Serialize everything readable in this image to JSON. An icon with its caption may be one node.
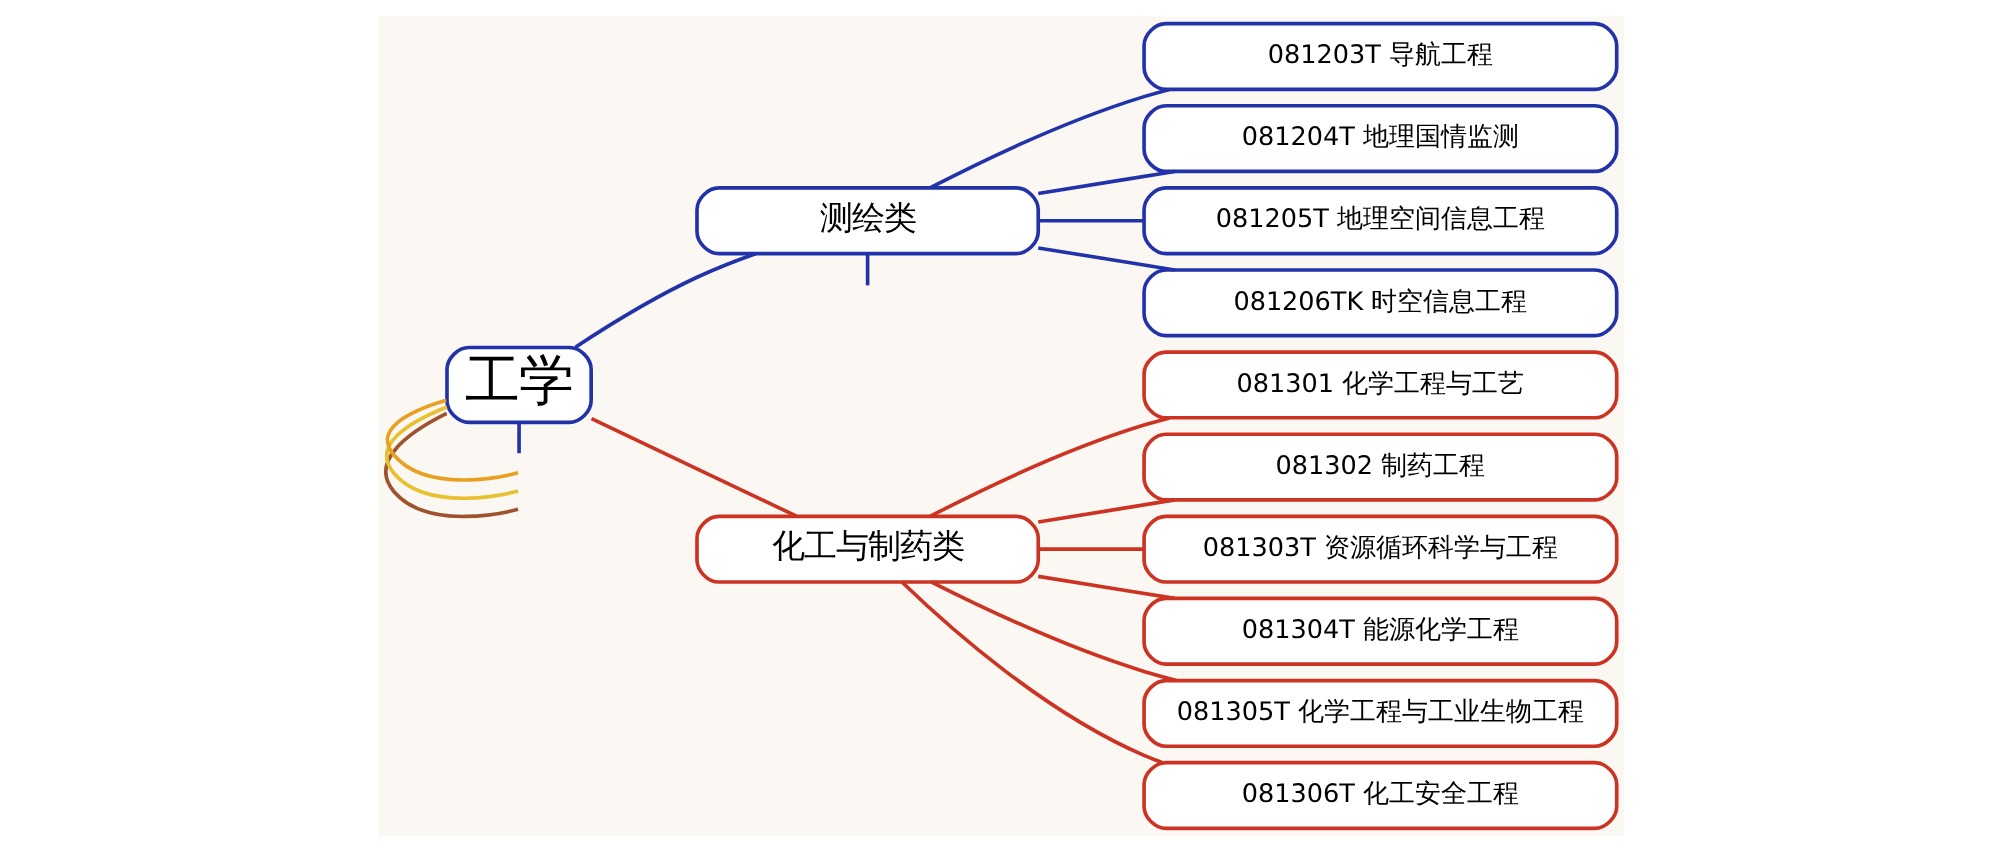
{
  "diagram": {
    "nodes": [
      {
        "text": [
          "工学"
        ]
      },
      {
        "text": [
          "测绘类"
        ]
      },
      {
        "text": [
          "081203T 导航工程"
        ]
      },
      {
        "text": [
          "081204T 地理国情监测"
        ]
      },
      {
        "text": [
          "081205T 地理空间信息工程"
        ]
      },
      {
        "text": [
          "081206TK 时空信息工程"
        ]
      },
      {
        "text": [
          "化工与制药类"
        ]
      },
      {
        "text": [
          "081301 化学工程与工艺"
        ]
      },
      {
        "text": [
          "081302 制药工程"
        ]
      },
      {
        "text": [
          "081303T 资源循环科学与工程"
        ]
      },
      {
        "text": [
          "081304T 能源化学工程"
        ]
      },
      {
        "text": [
          "081305T 化学工程与工业生物工程"
        ]
      },
      {
        "text": [
          "081306T 化工安全工程"
        ]
      }
    ],
    "edges": [
      {
        "from": 0,
        "to": null,
        "arrow": "none",
        "color": "#a0522d"
      },
      {
        "from": 0,
        "to": null,
        "arrow": "none",
        "color": "#e8c030"
      },
      {
        "from": 0,
        "to": 1,
        "arrow": "none",
        "color": "#2233aa"
      },
      {
        "from": 1,
        "to": null,
        "arrow": "none",
        "color": "#2233aa"
      },
      {
        "from": 1,
        "to": 2,
        "arrow": "none",
        "color": "#2233aa"
      },
      {
        "from": 1,
        "to": 3,
        "arrow": "none",
        "color": "#2233aa"
      },
      {
        "from": 1,
        "to": 4,
        "arrow": "none",
        "color": "#2233aa"
      },
      {
        "from": 1,
        "to": 5,
        "arrow": "none",
        "color": "#2233aa"
      },
      {
        "from": 0,
        "to": 6,
        "arrow": "none",
        "color": "#cc3322"
      },
      {
        "from": 6,
        "to": 7,
        "arrow": "none",
        "color": "#cc3322"
      },
      {
        "from": 6,
        "to": 8,
        "arrow": "none",
        "color": "#cc3322"
      },
      {
        "from": 6,
        "to": 9,
        "arrow": "none",
        "color": "#cc3322"
      },
      {
        "from": 6,
        "to": 10,
        "arrow": "none",
        "color": "#cc3322"
      },
      {
        "from": 6,
        "to": 11,
        "arrow": "none",
        "color": "#cc3322"
      },
      {
        "from": 6,
        "to": 12,
        "arrow": "none",
        "color": "#cc3322"
      },
      {
        "from": 0,
        "to": null,
        "arrow": "none",
        "color": "#e8a020"
      },
      {
        "from": 0,
        "to": null,
        "arrow": "none",
        "color": "#2233aa"
      }
    ]
  }
}
